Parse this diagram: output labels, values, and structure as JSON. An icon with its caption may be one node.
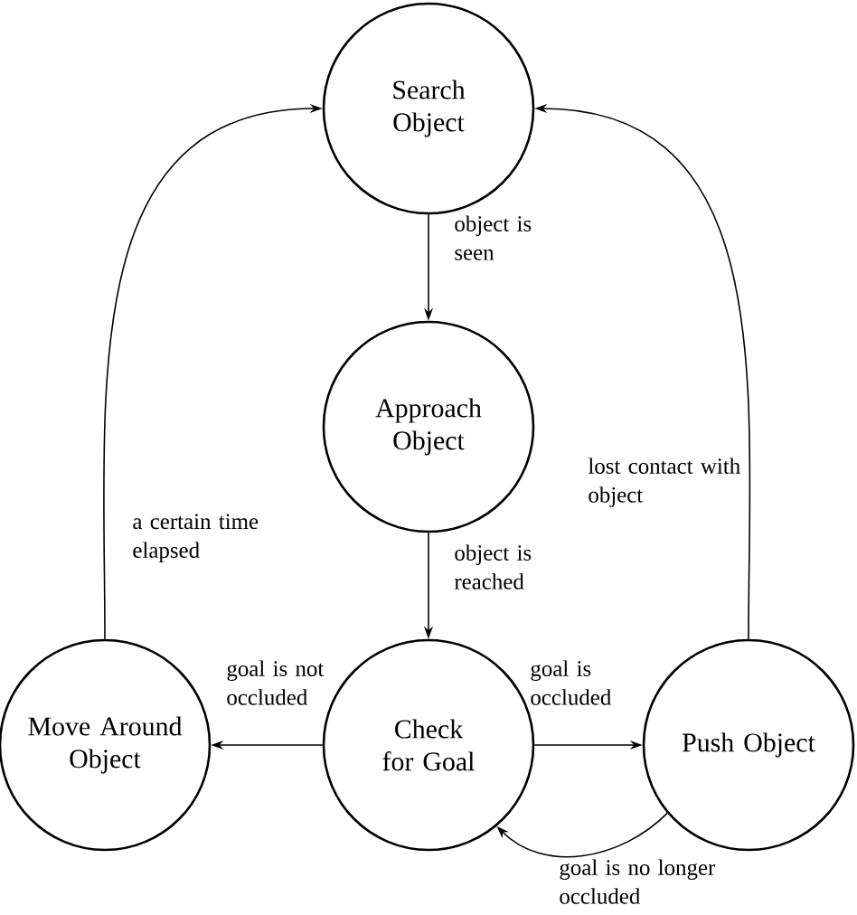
{
  "diagram": {
    "nodes": [
      {
        "text": [
          "Search Object"
        ]
      },
      {
        "text": [
          "Approach Object"
        ]
      },
      {
        "text": [
          "Check for Goal"
        ]
      },
      {
        "text": [
          "Move Around Object"
        ]
      },
      {
        "text": [
          "Push Object"
        ]
      }
    ],
    "edges": [
      {
        "from": 0,
        "to": 1,
        "arrow": "to",
        "label": "object is seen"
      },
      {
        "from": 1,
        "to": 2,
        "arrow": "to",
        "label": "object is reached"
      },
      {
        "from": 2,
        "to": 3,
        "arrow": "to",
        "label": "goal is not occluded"
      },
      {
        "from": 2,
        "to": 4,
        "arrow": "to",
        "label": "goal is occluded"
      },
      {
        "from": 3,
        "to": 0,
        "arrow": "to",
        "label": "a certain time elapsed"
      },
      {
        "from": 4,
        "to": 0,
        "arrow": "to",
        "label": "lost contact with object"
      },
      {
        "from": 4,
        "to": 2,
        "arrow": "to",
        "label": "goal is no longer occluded"
      }
    ]
  }
}
